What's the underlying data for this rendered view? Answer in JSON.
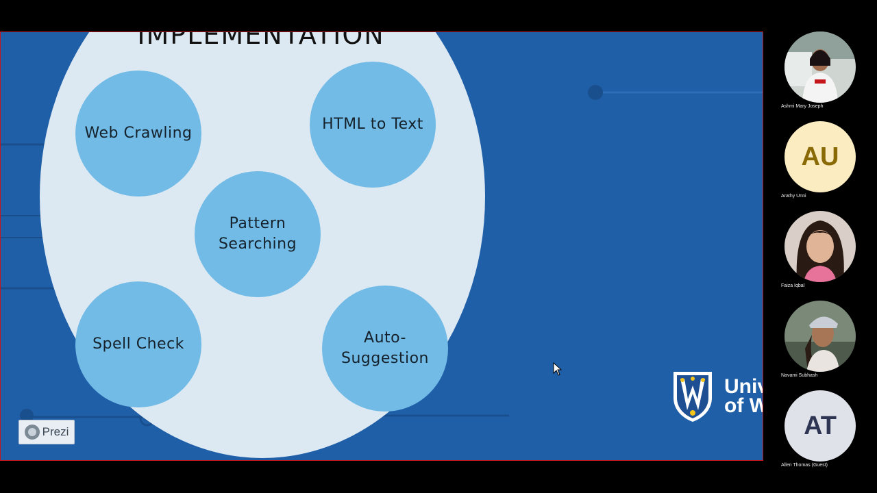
{
  "presentation": {
    "title": "IMPLEMENTATION",
    "bubbles": [
      {
        "label": "Web Crawling"
      },
      {
        "label": "HTML to Text"
      },
      {
        "label": "Pattern\nSearching"
      },
      {
        "label": "Spell Check"
      },
      {
        "label": "Auto-\nSuggestion"
      }
    ],
    "prezi_badge": "Prezi",
    "university_logo_text_line1": "Univ",
    "university_logo_text_line2": "of Wi",
    "colors": {
      "slide_background": "#1f5fa8",
      "big_circle": "#dce9f2",
      "bubble": "#72bbe6",
      "screen_border": "#c4161c"
    }
  },
  "participants": [
    {
      "name": "Ashmi Mary Joseph",
      "avatar": "photo"
    },
    {
      "name": "Arathy Unni",
      "avatar": "initials",
      "initials": "AU",
      "avatar_color": "#fbedc1",
      "initials_color": "#8a6a06"
    },
    {
      "name": "Faiza Iqbal",
      "avatar": "photo"
    },
    {
      "name": "Navami Subhash",
      "avatar": "photo"
    },
    {
      "name": "Allen Thomas (Guest)",
      "avatar": "initials",
      "initials": "AT",
      "avatar_color": "#e0e2ea",
      "initials_color": "#2e3552"
    }
  ]
}
